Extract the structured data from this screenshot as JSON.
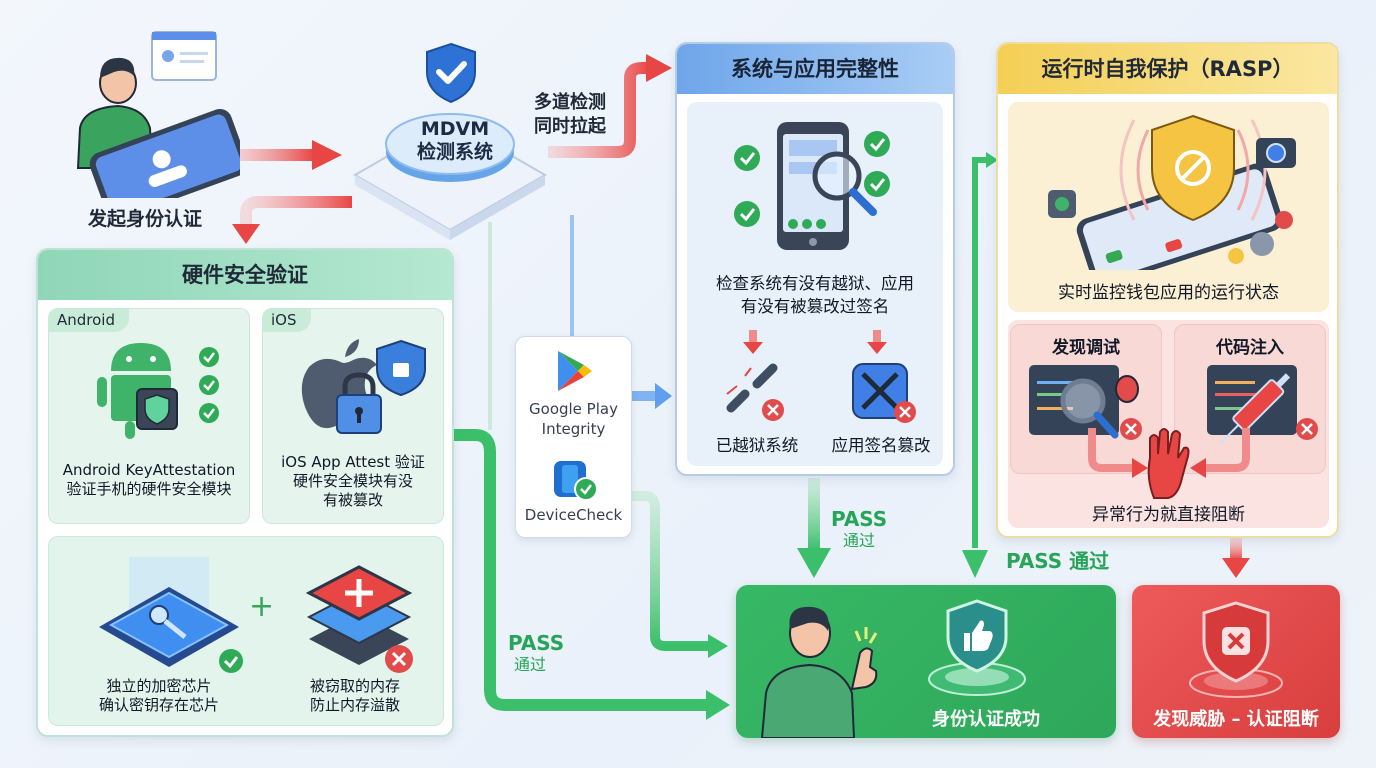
{
  "start": {
    "label": "发起身份认证",
    "icon": "user-with-phone-icon"
  },
  "mdvm": {
    "line1": "MDVM",
    "line2": "检测系统",
    "icon": "shield-check-icon"
  },
  "multi_check": {
    "line1": "多道检测",
    "line2": "同时拉起"
  },
  "hardware": {
    "title": "硬件安全验证",
    "android": {
      "tag": "Android",
      "line1": "Android KeyAttestation",
      "line2": "验证手机的硬件安全模块"
    },
    "ios": {
      "tag": "iOS",
      "line1": "iOS App Attest 验证",
      "line2": "硬件安全模块有没",
      "line3": "有被篡改"
    },
    "chip": {
      "line1": "独立的加密芯片",
      "line2": "确认密钥存在芯片"
    },
    "plus": "+",
    "memory": {
      "line1": "被窃取的内存",
      "line2": "防止内存溢散"
    }
  },
  "google_play": {
    "line1": "Google Play",
    "line2": "Integrity",
    "device_check": "DeviceCheck"
  },
  "system": {
    "title": "系统与应用完整性",
    "desc_line1": "检查系统有没有越狱、应用",
    "desc_line2": "有没有被篡改过签名",
    "jailbreak": "已越狱系统",
    "signature": "应用签名篡改"
  },
  "rasp": {
    "title": "运行时自我保护（RASP）",
    "monitor": "实时监控钱包应用的运行状态",
    "debug": "发现调试",
    "inject": "代码注入",
    "block": "异常行为就直接阻断"
  },
  "pass_labels": {
    "left": {
      "en": "PASS",
      "zh": "通过"
    },
    "middle": {
      "en": "PASS",
      "zh": "通过"
    },
    "right": "PASS 通过"
  },
  "success": {
    "label": "身份认证成功"
  },
  "blocked": {
    "label": "发现威胁 – 认证阻断"
  },
  "colors": {
    "red_arrow": "#e84a4a",
    "green_arrow": "#3bbf6a",
    "blue_arrow": "#5f9ff0",
    "success_bg": "#33b062",
    "blocked_bg": "#e24b4b"
  }
}
